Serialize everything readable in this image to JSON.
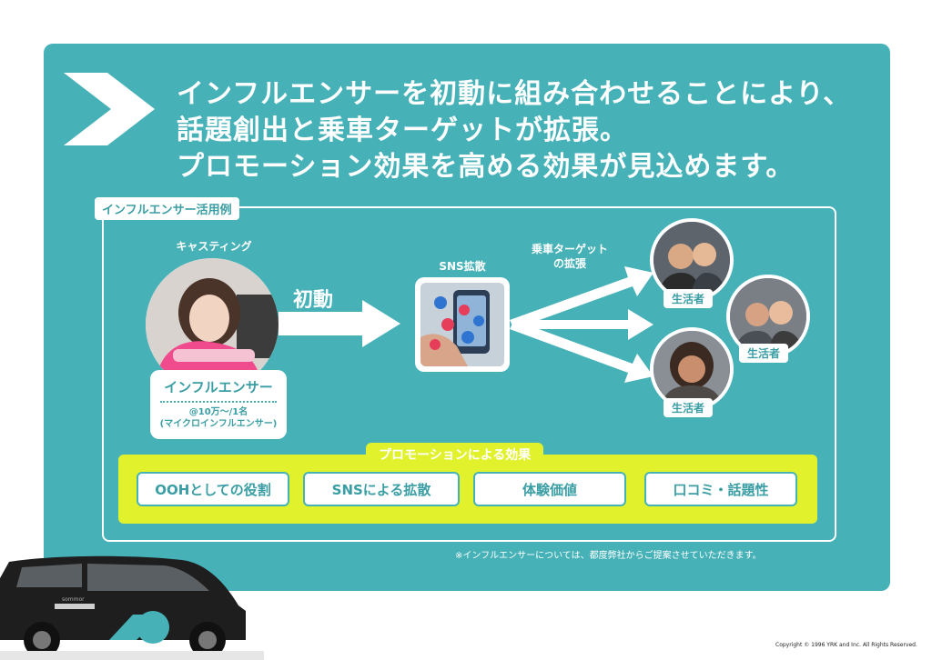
{
  "headline": {
    "lines": [
      "インフルエンサーを初動に組み合わせることにより、",
      "話題創出と乗車ターゲットが拡張。",
      "プロモーション効果を高める効果が見込めます。"
    ]
  },
  "example_section": {
    "tag": "インフルエンサー活用例",
    "casting_label": "キャスティング",
    "influencer_name": "インフルエンサー",
    "influencer_followers": "@10万～/1名",
    "influencer_type": "(マイクロインフルエンサー)",
    "initial_label": "初動",
    "sns_label": "SNS拡散",
    "target_label_1": "乗車ターゲット",
    "target_label_2": "の拡張",
    "consumers": [
      "生活者",
      "生活者",
      "生活者"
    ]
  },
  "effects": {
    "title": "プロモーションによる効果",
    "items": [
      "OOHとしての役割",
      "SNSによる拡散",
      "体験価値",
      "口コミ・話題性"
    ]
  },
  "note": "※インフルエンサーについては、都度弊社からご提案させていただきます。",
  "copyright": "Copyright © 1996 YRK and Inc. All Rights Reserved.",
  "van": {
    "brand": "sommor"
  },
  "colors": {
    "teal": "#46b2b8",
    "yellow_green": "#e1f22d",
    "white": "#ffffff"
  },
  "icons": [
    "chevron-right-icon",
    "arrow-right-icon",
    "heart-icon",
    "thumbs-up-icon"
  ]
}
